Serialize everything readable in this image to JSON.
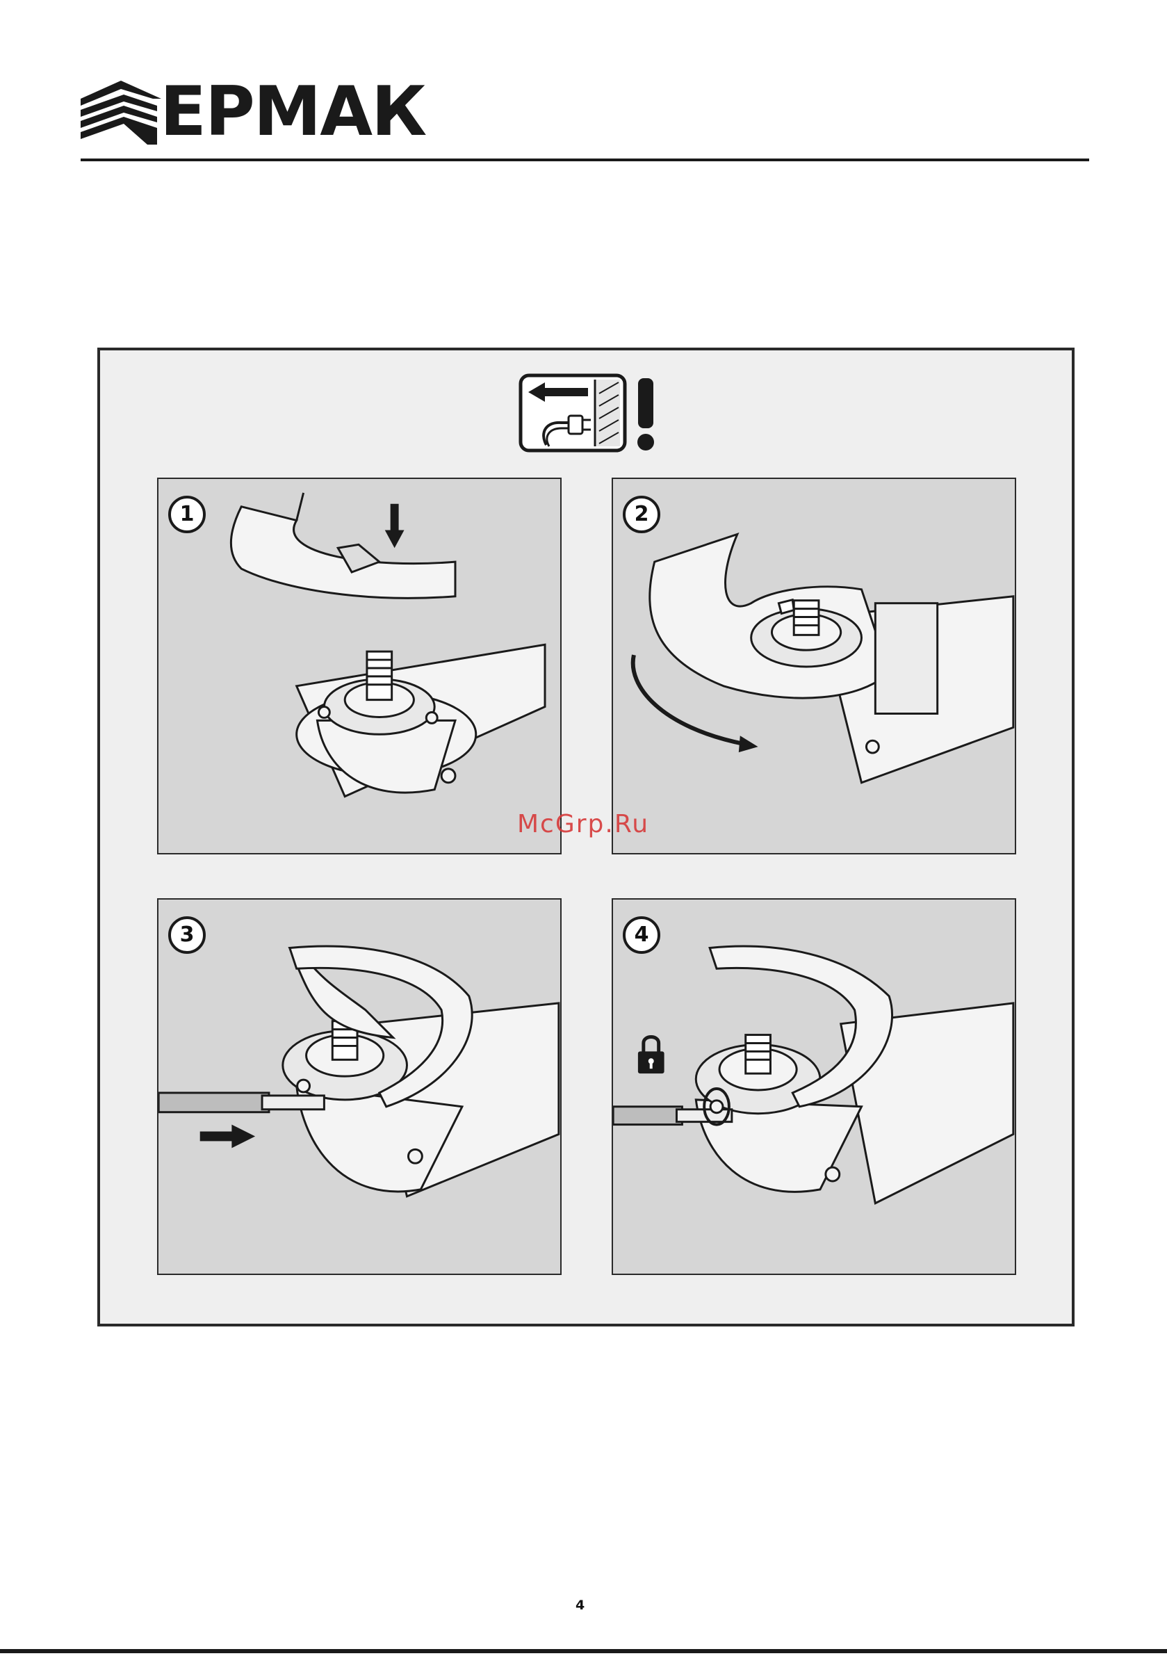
{
  "header": {
    "brand": "ЕРМАК",
    "logo_icon": "ermak-logo-icon"
  },
  "warning": {
    "icon": "unplug-before-service-icon",
    "exclamation": "!"
  },
  "steps": [
    {
      "number": "1",
      "action": "place-guard-down",
      "icon": "down-arrow-icon"
    },
    {
      "number": "2",
      "action": "rotate-guard",
      "icon": "curved-arrow-icon"
    },
    {
      "number": "3",
      "action": "insert-screwdriver",
      "icon": "right-arrow-icon"
    },
    {
      "number": "4",
      "action": "tighten-lock",
      "icon": "lock-icon"
    }
  ],
  "watermark": "McGrp.Ru",
  "page_number": "4",
  "colors": {
    "panel_bg": "#d6d6d6",
    "frame_bg": "#efefef",
    "watermark": "#d63a3a"
  }
}
